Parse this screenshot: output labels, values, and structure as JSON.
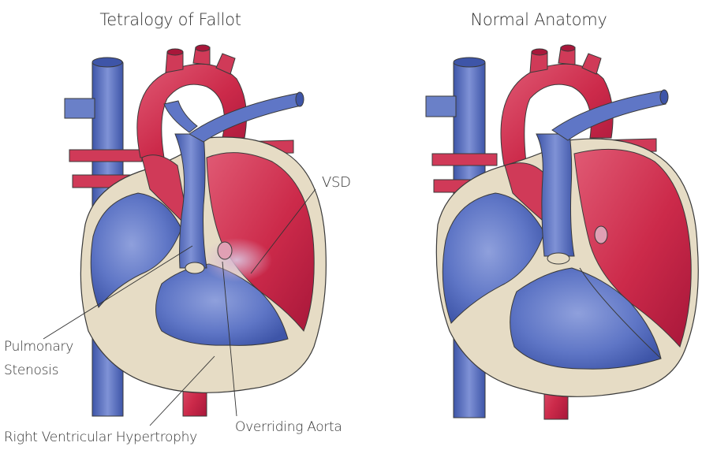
{
  "titles": {
    "left": "Tetralogy of Fallot",
    "right": "Normal Anatomy"
  },
  "labels": {
    "vsd": "VSD",
    "pulmonary_stenosis_line1": "Pulmonary",
    "pulmonary_stenosis_line2": "Stenosis",
    "rvh": "Right Ventricular Hypertrophy",
    "overriding_aorta": "Overriding Aorta"
  },
  "colors": {
    "blood_red": "#cc2a4a",
    "blood_blue": "#5b73c2",
    "wall": "#e6dcc5",
    "outline": "#3a3a3a"
  }
}
